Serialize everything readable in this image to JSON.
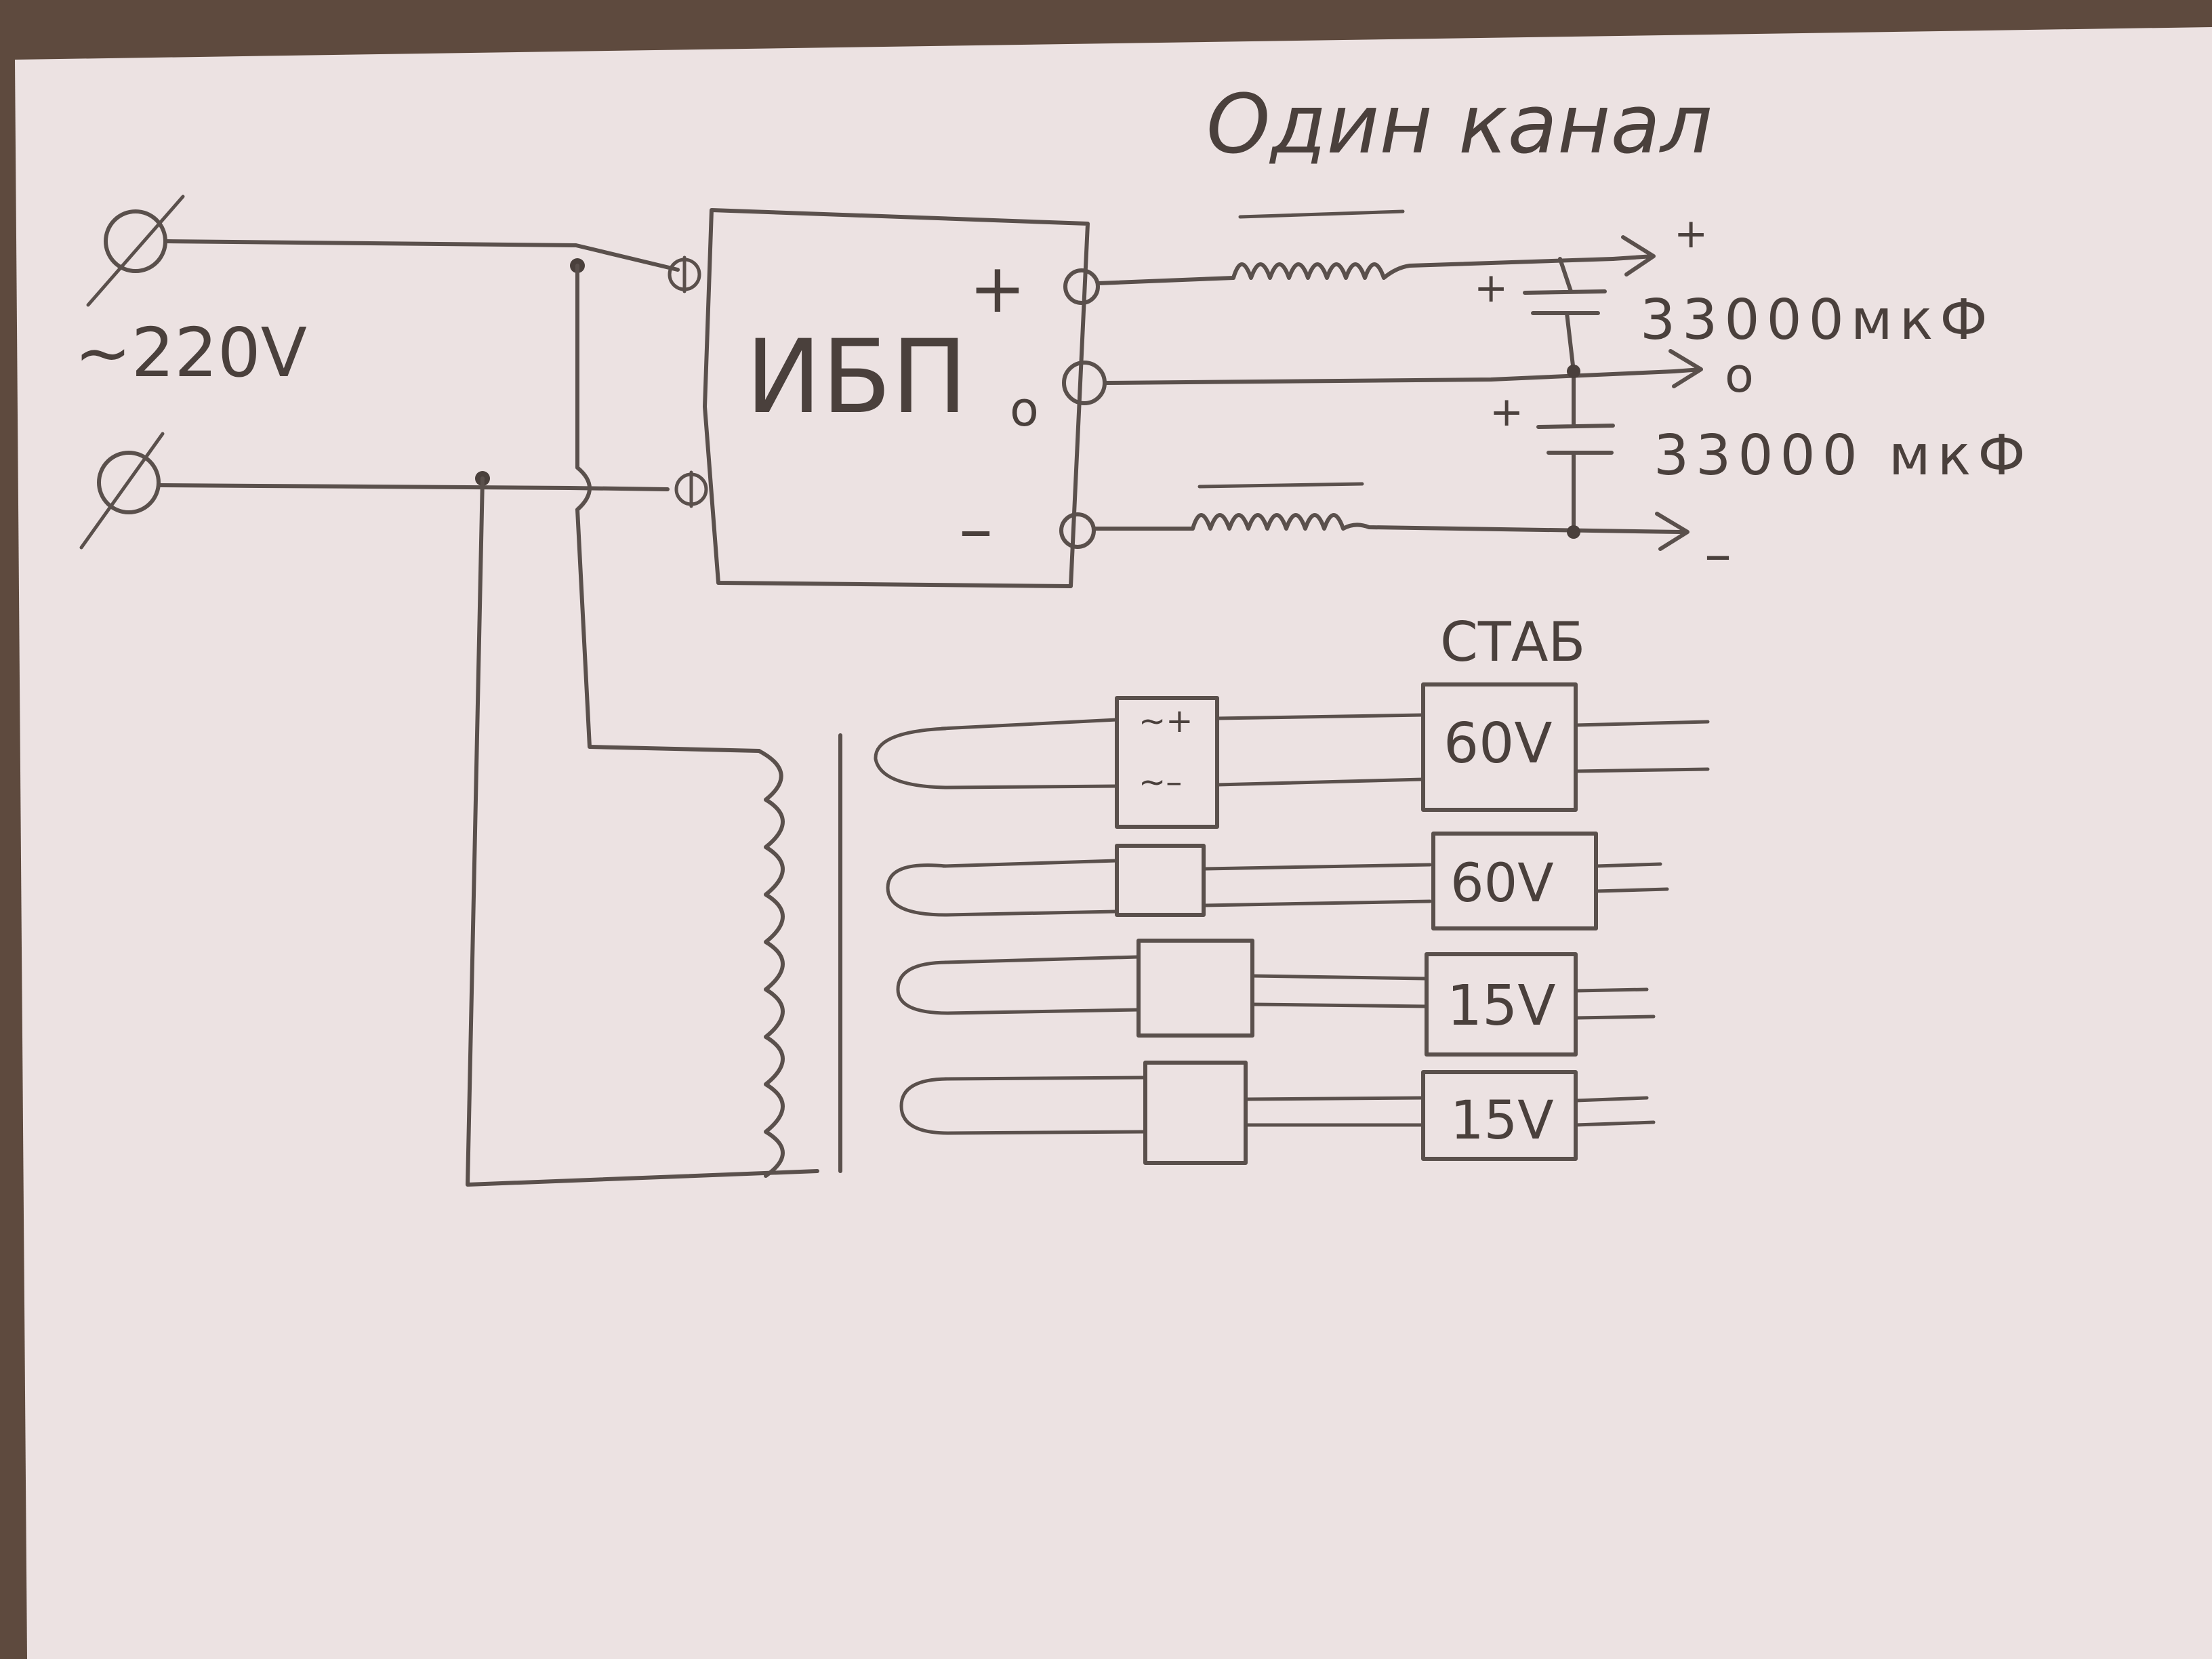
{
  "title": "Один канал",
  "mains": {
    "label": "~220V"
  },
  "psu": {
    "label": "ИБП",
    "plus": "+",
    "zero": "о",
    "minus": "–"
  },
  "outputs": {
    "plus": "+",
    "zero": "о",
    "minus": "–"
  },
  "capacitors": [
    {
      "polarity": "+",
      "value": "33000мкФ"
    },
    {
      "polarity": "+",
      "value": "33000 мкФ"
    }
  ],
  "stab_header": "СТАБ",
  "bridge_marks": [
    "~+",
    "~–"
  ],
  "stabilizers": [
    {
      "voltage": "60V"
    },
    {
      "voltage": "60V"
    },
    {
      "voltage": "15V"
    },
    {
      "voltage": "15V"
    }
  ],
  "colors": {
    "paper": "#ece2e2",
    "ink": "#4a403c",
    "background": "#5e4a3e"
  }
}
